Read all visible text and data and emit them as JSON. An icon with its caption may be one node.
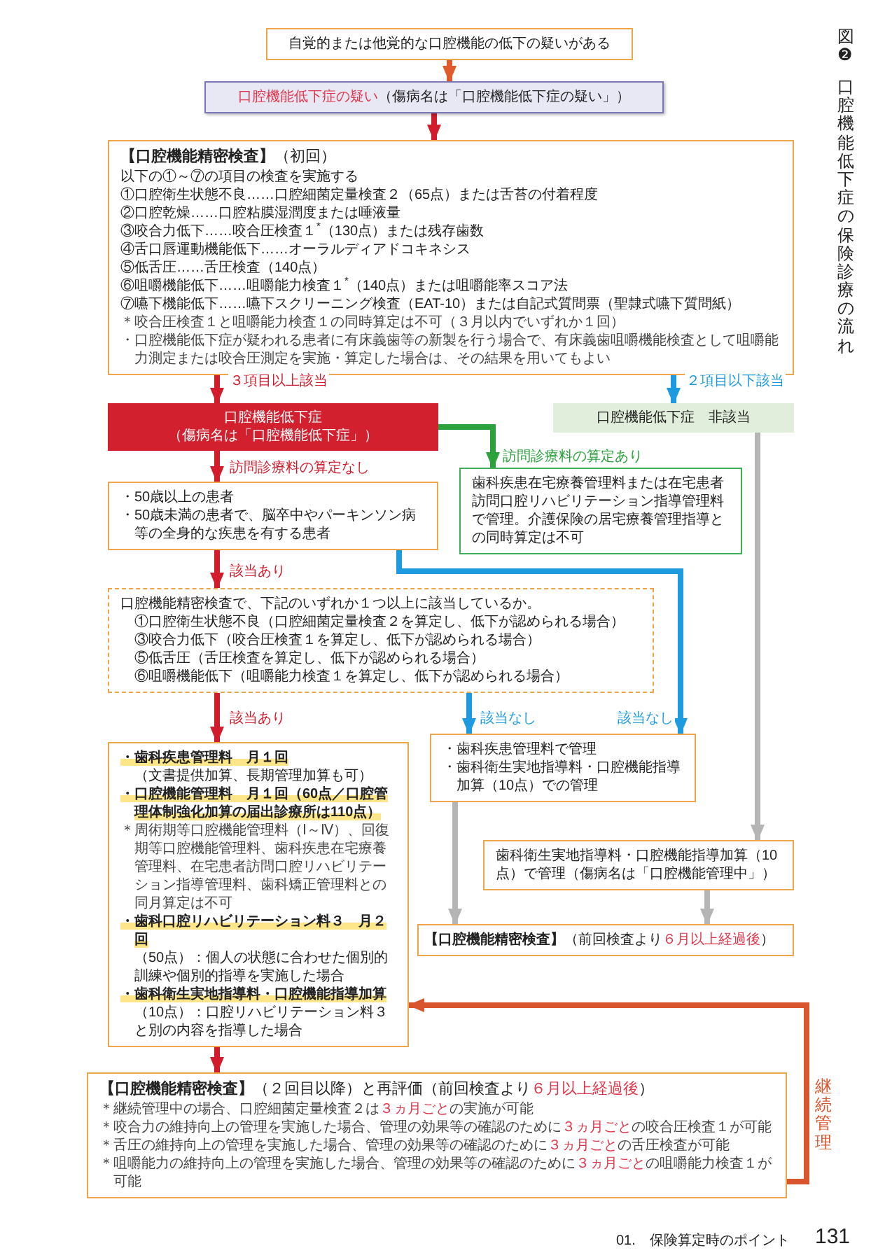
{
  "diagram": {
    "title": "口腔機能低下症の保険診療の流れ",
    "nodes": [
      {
        "text": [
          "自覚的または他覚的な口腔機能の低下の疑いがある"
        ]
      },
      {
        "text": [
          "*口腔機能低下症の疑い*（傷病名は「口腔機能低下症の疑い」）"
        ]
      },
      {
        "text": [
          "**【口腔機能精密検査】**（初回）",
          "以下の①～⑦の項目の検査を実施する",
          "①口腔衛生状態不良……口腔細菌定量検査２（65点）または舌苔の付着程度",
          "②口腔乾燥……口腔粘膜湿潤度または唾液量",
          "③咬合力低下……咬合圧検査１$^{*}$（130点）または残存歯数",
          "④舌口唇運動機能低下……オーラルディアドコキネシス",
          "⑤低舌圧……舌圧検査（140点）",
          "⑥咀嚼機能低下……咀嚼能力検査１$^{*}$（140点）または咀嚼能率スコア法",
          "⑦嚥下機能低下……嚥下スクリーニング検査（EAT-10）または自記式質問票（聖隷式嚥下質問紙）",
          "＊咬合圧検査１と咀嚼能力検査１の同時算定は不可（３月以内でいずれか１回）",
          "・口腔機能低下症が疑われる患者に有床義歯等の新製を行う場合で、有床義歯咀嚼機能検査として咀嚼能力測定または咬合圧測定を実施・算定した場合は、その結果を用いてもよい"
        ]
      },
      {
        "text": [
          "口腔機能低下症",
          "（傷病名は「口腔機能低下症」）"
        ]
      },
      {
        "text": [
          "口腔機能低下症　非該当"
        ]
      },
      {
        "text": [
          "・50歳以上の患者",
          "・50歳未満の患者で、脳卒中やパーキンソン病等の全身的な疾患を有する患者"
        ]
      },
      {
        "text": [
          "歯科疾患在宅療養管理料または在宅患者訪問口腔リハビリテーション指導管理料で管理。介護保険の居宅療養管理指導との同時算定は不可"
        ]
      },
      {
        "text": [
          "口腔機能精密検査で、下記のいずれか１つ以上に該当しているか。",
          "①口腔衛生状態不良（口腔細菌定量検査２を算定し、低下が認められる場合）",
          "③咬合力低下（咬合圧検査１を算定し、低下が認められる場合）",
          "⑤低舌圧（舌圧検査を算定し、低下が認められる場合）",
          "⑥咀嚼機能低下（咀嚼能力検査１を算定し、低下が認められる場合）"
        ]
      },
      {
        "text": [
          "・歯科疾患管理料で管理",
          "・歯科衛生実地指導料・口腔機能指導加算（10点）での管理"
        ]
      },
      {
        "text": [
          "・歯科疾患管理料　月１回",
          "（文書提供加算、長期管理加算も可）",
          "・口腔機能管理料　月１回（60点／口腔管理体制強化加算の届出診療所は110点）",
          "＊周術期等口腔機能管理料（Ⅰ～Ⅳ）、回復期等口腔機能管理料、歯科疾患在宅療養管理料、在宅患者訪問口腔リハビリテーション指導管理料、歯科矯正管理料との同月算定は不可",
          "・歯科口腔リハビリテーション料３　月２回",
          "（50点）：個人の状態に合わせた個別的訓練や個別的指導を実施した場合",
          "・歯科衛生実地指導料・口腔機能指導加算",
          "（10点）：口腔リハビリテーション料３と別の内容を指導した場合"
        ]
      },
      {
        "text": [
          "歯科衛生実地指導料・口腔機能指導加算（10点）で管理（傷病名は「口腔機能管理中」）"
        ]
      },
      {
        "text": [
          "**【口腔機能精密検査】**（前回検査より",
          "６月以上経過後",
          "）"
        ]
      },
      {
        "text": [
          "**【口腔機能精密検査】**（２回目以降）と再評価（前回検査より",
          "６月以上経過後",
          "）",
          "＊継続管理中の場合、口腔細菌定量検査２は",
          "３ヵ月ごと",
          "の実施が可能",
          "＊咬合力の維持向上の管理を実施した場合、管理の効果等の確認のために",
          "３ヵ月ごと",
          "の咬合圧検査１が可能",
          "＊舌圧の維持向上の管理を実施した場合、管理の効果等の確認のために",
          "３ヵ月ごと",
          "の舌圧検査が可能",
          "＊咀嚼能力の維持向上の管理を実施した場合、管理の効果等の確認のために",
          "３ヵ月ごと",
          "の咀嚼能力検査１が可能"
        ]
      }
    ],
    "edges": [
      {
        "from": 0,
        "to": 1,
        "arrow": "to",
        "color": "#e05a2b"
      },
      {
        "from": 1,
        "to": 2,
        "arrow": "to"
      },
      {
        "from": 2,
        "to": 3,
        "arrow": "to",
        "label": "３項目以上該当"
      },
      {
        "from": 2,
        "to": 4,
        "arrow": "to",
        "label": "２項目以下該当",
        "color": "#1e9be0"
      },
      {
        "from": 3,
        "to": 6,
        "arrow": "to",
        "label": "訪問診療料の算定あり",
        "color": "#2ba23c"
      },
      {
        "from": 3,
        "to": 5,
        "arrow": "to",
        "label": "訪問診療料の算定なし"
      },
      {
        "from": 5,
        "to": 7,
        "arrow": "to",
        "label": "該当あり"
      },
      {
        "from": 5,
        "to": 8,
        "arrow": "to",
        "label": "該当なし",
        "color": "#1e9be0"
      },
      {
        "from": 7,
        "to": 8,
        "arrow": "to",
        "label": "該当なし",
        "color": "#1e9be0"
      },
      {
        "from": 7,
        "to": 9,
        "arrow": "to",
        "label": "該当あり"
      },
      {
        "from": 4,
        "to": 10,
        "arrow": "to",
        "color": "#b5b5b5"
      },
      {
        "from": 8,
        "to": 11,
        "arrow": "to",
        "color": "#b5b5b5"
      },
      {
        "from": 10,
        "to": 11,
        "arrow": "to",
        "color": "#b5b5b5"
      },
      {
        "from": 9,
        "to": 12,
        "arrow": "to"
      },
      {
        "from": 12,
        "to": 9,
        "arrow": "to",
        "label": "継続管理",
        "color": "#d9552e"
      }
    ],
    "labels": [
      "図❷",
      "01.　保険算定時のポイント",
      "131"
    ]
  }
}
